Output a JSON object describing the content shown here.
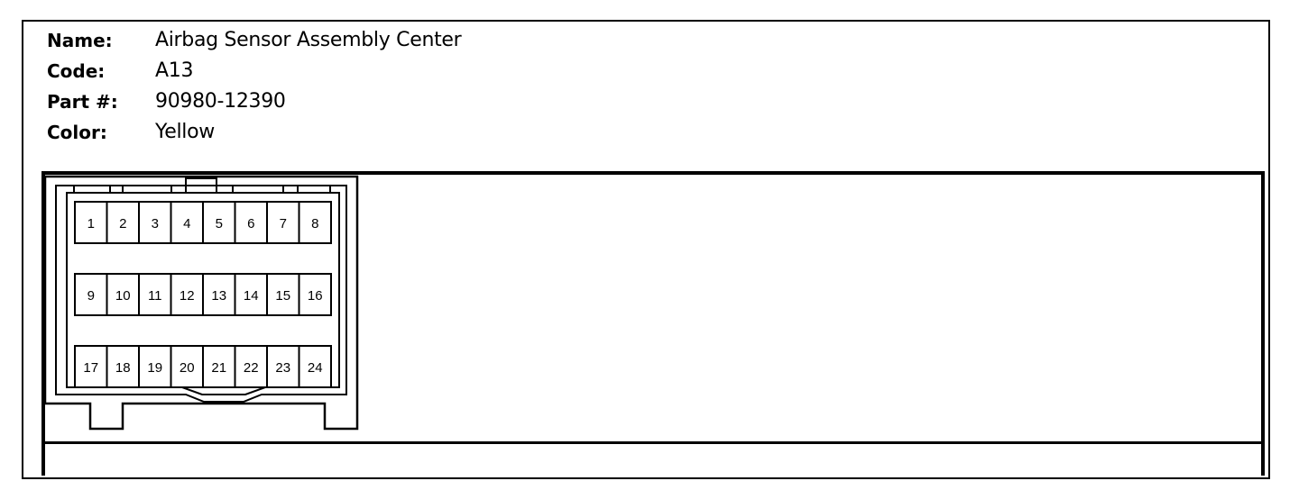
{
  "info": {
    "name_label": "Name:",
    "name_value": "Airbag Sensor Assembly Center",
    "code_label": "Code:",
    "code_value": "A13",
    "part_label": "Part #:",
    "part_value": "90980-12390",
    "color_label": "Color:",
    "color_value": "Yellow"
  },
  "connector": {
    "rows": [
      [
        "1",
        "2",
        "3",
        "4",
        "5",
        "6",
        "7",
        "8"
      ],
      [
        "9",
        "10",
        "11",
        "12",
        "13",
        "14",
        "15",
        "16"
      ],
      [
        "17",
        "18",
        "19",
        "20",
        "21",
        "22",
        "23",
        "24"
      ]
    ]
  }
}
